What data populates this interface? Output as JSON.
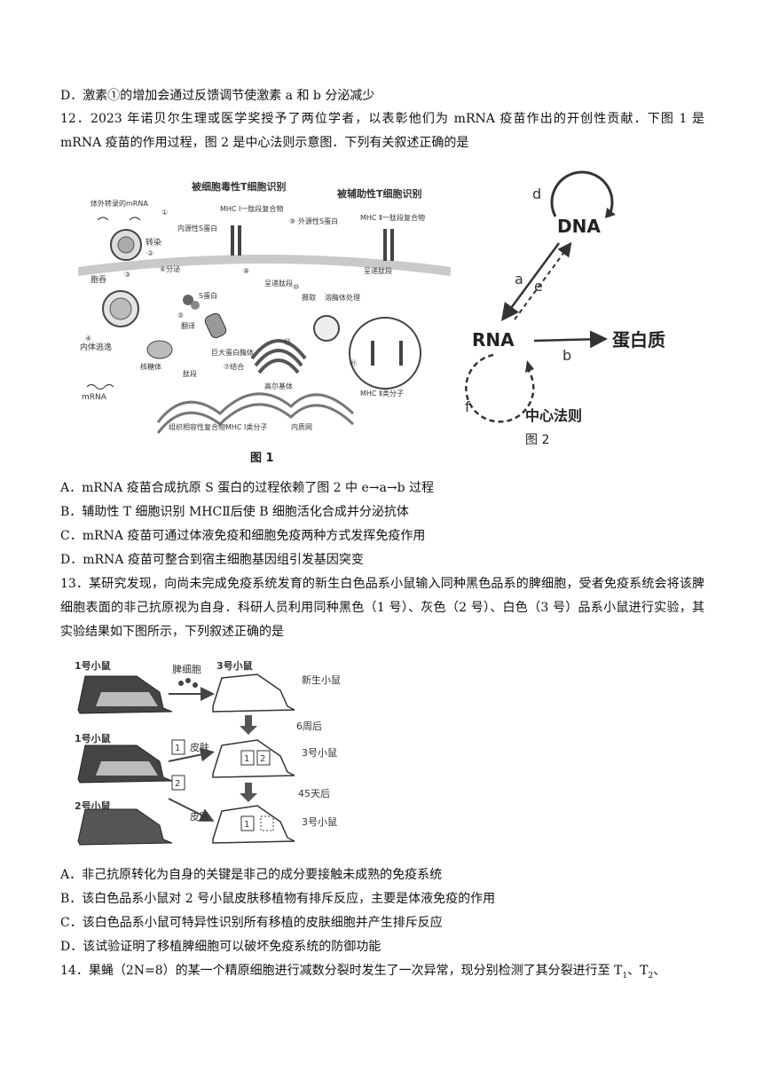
{
  "q11": {
    "option_d": "D．激素①的增加会通过反馈调节使激素 a 和 b 分泌减少"
  },
  "q12": {
    "stem": "12．2023 年诺贝尔生理或医学奖授予了两位学者，以表彰他们为 mRNA 疫苗作出的开创性贡献．下图 1 是 mRNA 疫苗的作用过程，图 2 是中心法则示意图．下列有关叙述正确的是",
    "fig1": {
      "caption": "图 1",
      "title_left": "被细胞毒性T细胞识别",
      "title_right": "被辅助性T细胞识别",
      "labels": {
        "mrna_in_vitro": "体外转录的mRNA",
        "mrna_in_vitro_num": "①",
        "transfect": "转染",
        "transfect_num": "②",
        "packaged": "胞吞",
        "packaged_num": "③",
        "endosome_escape": "内体逃逸",
        "endosome_escape_num": "④",
        "mrna": "mRNA",
        "ribosome": "核糖体",
        "translate": "翻译",
        "translate_num": "⑤",
        "s_protein": "S蛋白",
        "secrete": "⑥分泌",
        "endo_s": "内源性S蛋白",
        "mhc1_complex": "MHC Ⅰ一肽段复合物",
        "mhc1_num": "⑧",
        "antigen_peptide": "呈递肽段",
        "proteasome": "巨大蛋白酶体",
        "peptide": "肽段",
        "bind": "⑦结合",
        "golgi": "高尔基体",
        "er": "内质网",
        "mhc1_molecule": "组织相容性复合物MHC Ⅰ类分子",
        "exo_s": "外源性S蛋白",
        "exo_num": "⑨",
        "uptake": "摄取",
        "uptake_num": "⑩",
        "lysosome": "溶酶体处理",
        "mhc2_complex": "MHC Ⅱ一肽段复合物",
        "antigen_peptide2": "呈递肽段",
        "mhc2_molecule": "MHC Ⅱ类分子",
        "num11": "⑪",
        "num12": "⑫"
      }
    },
    "fig2": {
      "caption": "图 2",
      "subtitle": "中心法则",
      "dna": "DNA",
      "rna": "RNA",
      "protein": "蛋白质",
      "a": "a",
      "b": "b",
      "d": "d",
      "e": "e",
      "f": "f"
    },
    "options": [
      "A．mRNA 疫苗合成抗原 S 蛋白的过程依赖了图 2 中 e→a→b 过程",
      "B．辅助性 T 细胞识别 MHCⅡ后使 B 细胞活化合成并分泌抗体",
      "C．mRNA 疫苗可通过体液免疫和细胞免疫两种方式发挥免疫作用",
      "D．mRNA 疫苗可整合到宿主细胞基因组引发基因突变"
    ]
  },
  "q13": {
    "stem": "13．某研究发现，向尚未完成免疫系统发育的新生白色品系小鼠输入同种黑色品系的脾细胞，受者免疫系统会将该脾细胞表面的非己抗原视为自身．科研人员利用同种黑色（1 号）、灰色（2 号）、白色（3 号）品系小鼠进行实验，其实验结果如下图所示，下列叙述正确的是",
    "figure": {
      "mouse1_a": "1号小鼠",
      "mouse1_b": "1号小鼠",
      "mouse2": "2号小鼠",
      "mouse3_a": "3号小鼠",
      "mouse3_b": "3号小鼠",
      "mouse3_c": "3号小鼠",
      "spleen": "脾细胞",
      "newborn": "新生小鼠",
      "after6w": "6周后",
      "skin_a": "皮肤",
      "skin_b": "皮肤",
      "after45d": "45天后",
      "box1": "1",
      "box2": "2"
    },
    "options": [
      "A．非己抗原转化为自身的关键是非己的成分要接触未成熟的免疫系统",
      "B．该白色品系小鼠对 2 号小鼠皮肤移植物有排斥反应，主要是体液免疫的作用",
      "C．该白色品系小鼠可特异性识别所有移植的皮肤细胞并产生排斥反应",
      "D．该试验证明了移植脾细胞可以破坏免疫系统的防御功能"
    ]
  },
  "q14": {
    "stem_a": "14．果蝇（2N=8）的某一个精原细胞进行减数分裂时发生了一次异常，现分别检测了其分裂进行至 T",
    "sub1": "1",
    "sep": "、T",
    "sub2": "2",
    "tail": "、"
  }
}
